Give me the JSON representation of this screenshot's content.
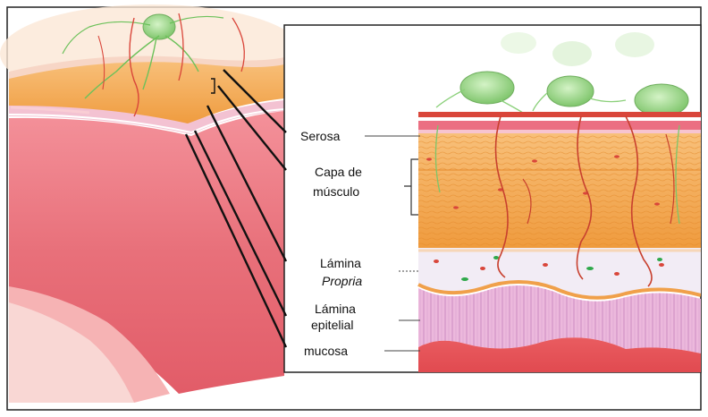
{
  "labels": {
    "serosa": "Serosa",
    "capa_line1": "Capa de",
    "capa_line2": "músculo",
    "lamina_propria_line1": "Lámina",
    "lamina_propria_line2": "Propria",
    "lamina_epitelial_line1": "Lámina",
    "lamina_epitelial_line2": "epitelial",
    "mucosa": "mucosa"
  },
  "colors": {
    "frame": "#222222",
    "tissue_pink": "#e8707a",
    "serosa_red": "#d9463a",
    "muscle_orange": "#f2a64a",
    "lamina_propria_bg": "#f1ecf4",
    "epithelium_pink": "#ecb8dc",
    "mucosa_red": "#e85a5e",
    "cell_green": "#9fd88a",
    "vessel_red": "#c8402e"
  }
}
